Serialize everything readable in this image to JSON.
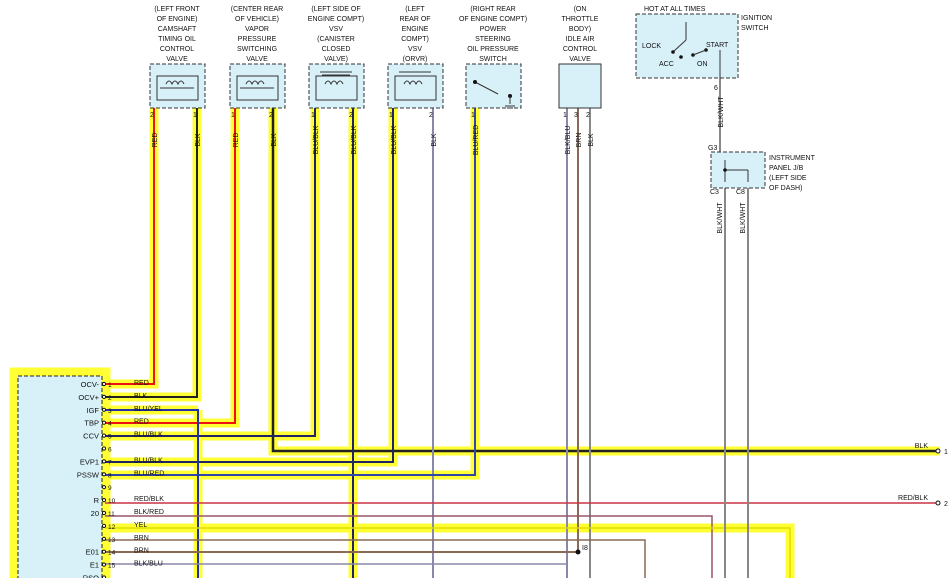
{
  "components": [
    {
      "id": "camshaft",
      "label": [
        "(LEFT FRONT",
        "OF ENGINE)",
        "CAMSHAFT",
        "TIMING OIL",
        "CONTROL",
        "VALVE"
      ],
      "pins": [
        "2",
        "1"
      ],
      "wires": [
        "RED",
        "BLK"
      ]
    },
    {
      "id": "vapor",
      "label": [
        "(CENTER REAR",
        "OF VEHICLE)",
        "VAPOR",
        "PRESSURE",
        "SWITCHING",
        "VALVE"
      ],
      "pins": [
        "1",
        "2"
      ],
      "wires": [
        "RED",
        "BLK"
      ]
    },
    {
      "id": "canister",
      "label": [
        "(LEFT SIDE OF",
        "ENGINE COMPT)",
        "VSV",
        "(CANISTER",
        "CLOSED",
        "VALVE)"
      ],
      "pins": [
        "1",
        "2"
      ],
      "wires": [
        "BLU/BLK",
        "BLU/BLK"
      ]
    },
    {
      "id": "orvr",
      "label": [
        "(LEFT",
        "REAR OF",
        "ENGINE",
        "COMPT)",
        "VSV",
        "(ORVR)"
      ],
      "pins": [
        "1",
        "2"
      ],
      "wires": [
        "BLU/BLK",
        "BLK"
      ]
    },
    {
      "id": "psswitch",
      "label": [
        "(RIGHT REAR",
        "OF ENGINE COMPT)",
        "POWER",
        "STEERING",
        "OIL PRESSURE",
        "SWITCH"
      ],
      "pins": [
        "1"
      ],
      "wires": [
        "BLU/RED"
      ]
    },
    {
      "id": "iac",
      "label": [
        "(ON",
        "THROTTLE",
        "BODY)",
        "IDLE AIR",
        "CONTROL",
        "VALVE"
      ],
      "pins": [
        "1",
        "3",
        "2"
      ],
      "wires": [
        "BLK/BLU",
        "BRN",
        "BLK"
      ]
    }
  ],
  "ignition": {
    "hot_label": "HOT AT ALL TIMES",
    "title": [
      "IGNITION",
      "SWITCH"
    ],
    "positions": [
      "LOCK",
      "ACC",
      "ON",
      "START"
    ],
    "pin": "6",
    "wire": "BLK/WHT"
  },
  "junction": {
    "title": [
      "INSTRUMENT",
      "PANEL J/B",
      "(LEFT SIDE",
      "OF DASH)"
    ],
    "connectors": [
      "G3",
      "C3",
      "C8"
    ],
    "wires": [
      "BLK/WHT",
      "BLK/WHT"
    ]
  },
  "ecm_pins": [
    {
      "name": "OCV-",
      "num": "1",
      "wire": "RED"
    },
    {
      "name": "OCV+",
      "num": "2",
      "wire": "BLK"
    },
    {
      "name": "IGF",
      "num": "3",
      "wire": "BLU/YEL"
    },
    {
      "name": "TBP",
      "num": "4",
      "wire": "RED"
    },
    {
      "name": "CCV",
      "num": "5",
      "wire": "BLU/BLK"
    },
    {
      "name": "",
      "num": "6",
      "wire": ""
    },
    {
      "name": "EVP1",
      "num": "7",
      "wire": "BLU/BLK"
    },
    {
      "name": "PSSW",
      "num": "8",
      "wire": "BLU/RED"
    },
    {
      "name": "",
      "num": "9",
      "wire": ""
    },
    {
      "name": "R",
      "num": "10",
      "wire": "RED/BLK"
    },
    {
      "name": "20",
      "num": "11",
      "wire": "BLK/RED"
    },
    {
      "name": "",
      "num": "12",
      "wire": "YEL"
    },
    {
      "name": "",
      "num": "13",
      "wire": "BRN"
    },
    {
      "name": "E01",
      "num": "14",
      "wire": "BRN"
    },
    {
      "name": "E1",
      "num": "15",
      "wire": "BLK/BLU"
    },
    {
      "name": "RSO",
      "num": "",
      "wire": ""
    }
  ],
  "right_edge": [
    {
      "num": "1",
      "wire": "BLK"
    },
    {
      "num": "2",
      "wire": "RED/BLK"
    }
  ],
  "splice": "I8"
}
